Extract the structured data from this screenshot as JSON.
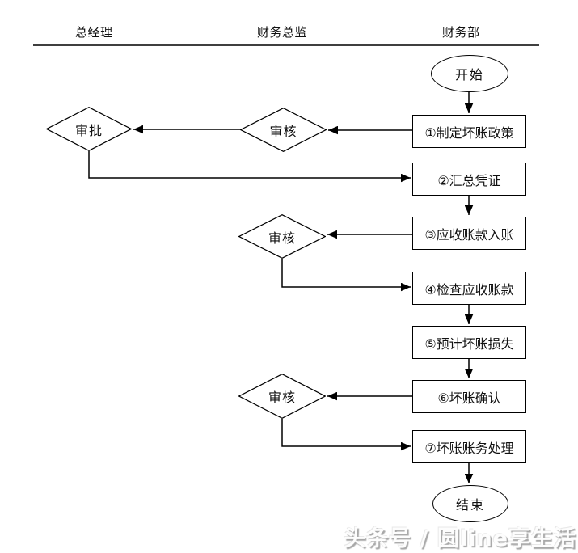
{
  "header": {
    "lanes": [
      {
        "label": "总经理"
      },
      {
        "label": "财务总监"
      },
      {
        "label": "财务部"
      }
    ]
  },
  "flow": {
    "start_label": "开始",
    "end_label": "结束",
    "steps": [
      {
        "label": "①制定坏账政策"
      },
      {
        "label": "②汇总凭证"
      },
      {
        "label": "③应收账款入账"
      },
      {
        "label": "④检查应收账款"
      },
      {
        "label": "⑤预计坏账损失"
      },
      {
        "label": "⑥坏账确认"
      },
      {
        "label": "⑦坏账账务处理"
      }
    ],
    "decisions": [
      {
        "label": "审批"
      },
      {
        "label": "审核"
      },
      {
        "label": "审核"
      },
      {
        "label": "审核"
      }
    ]
  },
  "watermark": {
    "text": "头条号 / 圆line享生活"
  },
  "colors": {
    "line": "#000000",
    "node_border": "#000000",
    "node_fill": "#ffffff",
    "divider": "#3f3f3f",
    "background": "#ffffff"
  }
}
